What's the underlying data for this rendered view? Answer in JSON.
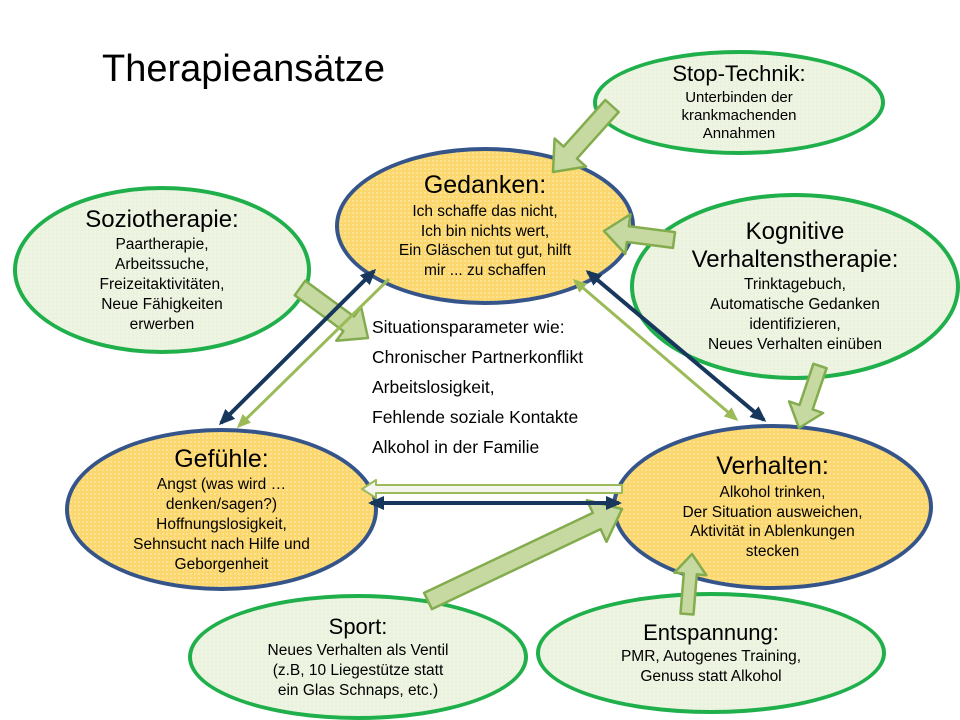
{
  "title": "Therapieansätze",
  "colors": {
    "node_yellow_fill": "#FBD76D",
    "node_yellow_border": "#35558A",
    "node_green_fill": "#EBF2DE",
    "node_green_border": "#1FAF4B",
    "arrow_navy": "#17375D",
    "arrow_green_thin": "#9BBB59",
    "block_arrow_fill": "#C6D9A0",
    "block_arrow_border": "#83AC4E",
    "flat_arrow_fill": "#F5F5EF",
    "text": "#000000"
  },
  "nodes": {
    "gedanken": {
      "title": "Gedanken:",
      "body": "Ich schaffe das nicht,\nIch bin nichts wert,\nEin Gläschen tut gut, hilft\nmir ... zu schaffen"
    },
    "gefuehle": {
      "title": "Gefühle:",
      "body": "Angst (was wird …\ndenken/sagen?)\nHoffnungslosigkeit,\nSehnsucht nach Hilfe und\nGeborgenheit"
    },
    "verhalten": {
      "title": "Verhalten:",
      "body": "Alkohol trinken,\nDer Situation ausweichen,\nAktivität in Ablenkungen\nstecken"
    },
    "stop_technik": {
      "title": "Stop-Technik:",
      "body": "Unterbinden der\nkrankmachenden\nAnnahmen"
    },
    "soziotherapie": {
      "title": "Soziotherapie:",
      "body": "Paartherapie,\nArbeitssuche,\nFreizeitaktivitäten,\nNeue Fähigkeiten\nerwerben"
    },
    "kvt": {
      "title": "Kognitive\nVerhaltenstherapie:",
      "body": "Trinktagebuch,\nAutomatische Gedanken\nidentifizieren,\nNeues Verhalten einüben"
    },
    "sport": {
      "title": "Sport:",
      "body": "Neues Verhalten als Ventil\n(z.B, 10 Liegestütze statt\nein Glas Schnaps, etc.)"
    },
    "entspannung": {
      "title": "Entspannung:",
      "body": "PMR, Autogenes Training,\nGenuss statt Alkohol"
    }
  },
  "center_text": "Situationsparameter wie:\nChronischer Partnerkonflikt\nArbeitslosigkeit,\nFehlende soziale Kontakte\nAlkohol in der Familie"
}
